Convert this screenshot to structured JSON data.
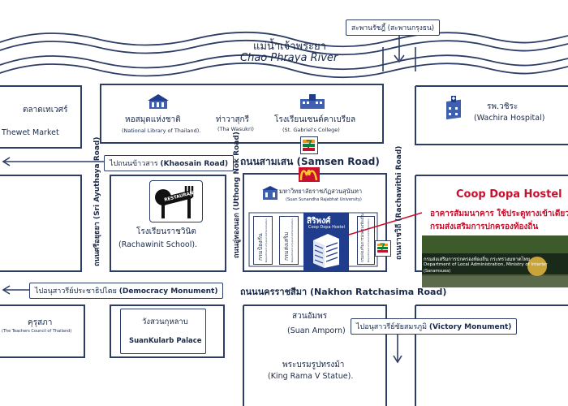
{
  "colors": {
    "line": "#2d3d66",
    "hostel_red": "#c8102e",
    "seven_eleven_green": "#00843d",
    "seven_eleven_orange": "#f7931e",
    "mcd_yellow": "#ffc72c",
    "hostel_blue": "#1f3d8c"
  },
  "bridge": {
    "label": "สะพานรัชฎี้ (สะพานกรุงธน)"
  },
  "river": {
    "thai": "แม่น้ำเจ้าพระยา",
    "en": "Chao Phraya River"
  },
  "places": {
    "thewet": {
      "thai": "ตลาดเทเวศร์",
      "en": "Thewet Market"
    },
    "library": {
      "thai": "หอสมุดแห่งชาติ",
      "en": "(National Library of Thailand)."
    },
    "wasukri": {
      "thai": "ท่าวาสุกรี",
      "en": "(Tha Wasukri)"
    },
    "gabriel": {
      "thai": "โรงเรียนเซนต์คาเบรียล",
      "en": "(St. Gabriel's College)"
    },
    "wachira": {
      "thai": "รพ.วชิระ",
      "en": "(Wachira Hospital)"
    },
    "rajabhat": {
      "thai": "มหาวิทยาลัยราชภัฏสวนสุนันทา",
      "en": "(Suan Sunandha Rajabhat University)"
    },
    "rachawinit": {
      "thai": "โรงเรียนราชวินิต",
      "en": "(Rachawinit School)."
    },
    "restaurant": {
      "sign": "RESTAURANT"
    },
    "dept_admin_1": {
      "thai": "กรมป้องกัน",
      "en": "Department of Local Administration"
    },
    "dept_admin_2": {
      "thai": "กรมส่งเสริม",
      "en": "Department of Local Administration"
    },
    "dept_admin_3": {
      "thai": "กรมส่งเสริมการปกครองท้องถิ่น",
      "en": "Department of Local Administration"
    },
    "hostel_sign": {
      "thai": "สิริพงศ์",
      "en": "Coop Dopa Hostel"
    },
    "khurusapha": {
      "thai": "คุรุสภา",
      "en": "(The Teachers Council of Thailand)"
    },
    "suankularb": {
      "thai": "วังสวนกุหลาบ",
      "en": "SuanKularb Palace"
    },
    "suan_amporn": {
      "thai": "สวนอัมพร",
      "en": "(Suan Amporn)"
    },
    "king_rama": {
      "thai": "พระบรมรูปทรงม้า",
      "en": "(King Rama V Statue)."
    }
  },
  "roads": {
    "samsen": {
      "thai": "ถนนสามเสน",
      "en": "(Samsen Road)"
    },
    "nakhon": {
      "thai": "ถนนนครราชสีมา",
      "en": "(Nakhon Ratchasima Road)"
    },
    "sri_ayutthaya": {
      "thai": "ถนนศรีอยุธยา",
      "en": "(Sri Ayuthaya Road)"
    },
    "uthong": {
      "thai": "ถนนอู่ทองนอก",
      "en": "(Uthong Nok Road)"
    },
    "rachawithi": {
      "thai": "ถนนราชวิถี",
      "en": "(Rachawithi Road)"
    }
  },
  "directions": {
    "khaosan": {
      "thai": "ไปถนนข้าวสาร",
      "en": "(Khaosain Road)"
    },
    "democracy": {
      "thai": "ไปอนุสาวรีย์ประชาธิปไตย",
      "en": "(Democracy Monument)"
    },
    "victory": {
      "thai": "ไปอนุสาวรีย์ชัยสมรภูมิ",
      "en": "(Victory Monument)"
    }
  },
  "hostel_panel": {
    "title": "Coop Dopa Hostel",
    "line1": "อาคารสัมมนาคาร ใช้ประตูทางเข้าเดียว",
    "line2": "กรมส่งเสริมการปกครองท้องถิ่น",
    "photo_caption_thai": "กรมส่งเสริมการปกครองท้องถิ่น กระทรวงมหาดไทย",
    "photo_caption_en": "Department of Local Administration, Ministry of Interior",
    "photo_caption_sub": "(Sanamsuea)"
  },
  "icons": {
    "seven_eleven": "seven-eleven-icon",
    "mcdonalds": "mcdonalds-icon",
    "library": "library-building-icon",
    "school": "school-building-icon",
    "hospital": "hospital-building-icon",
    "university": "university-building-icon",
    "restaurant": "restaurant-icon"
  }
}
